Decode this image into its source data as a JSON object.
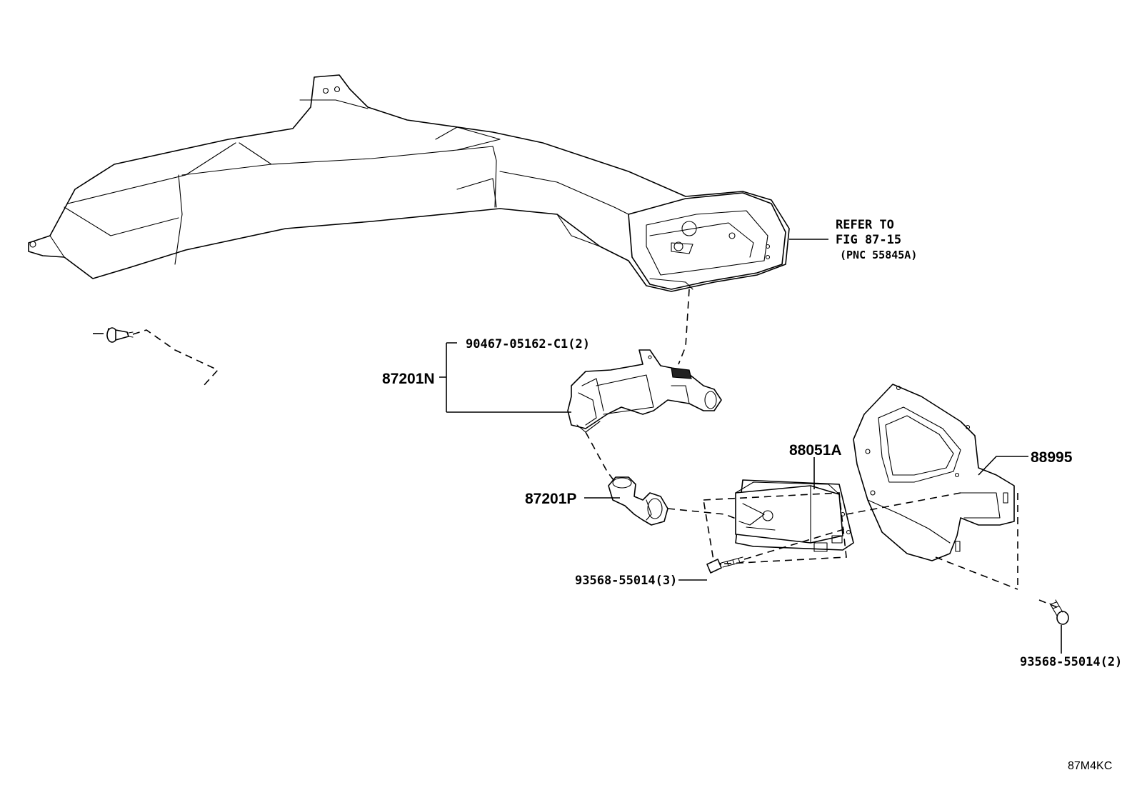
{
  "figure": {
    "refer_note": {
      "line1": "REFER TO",
      "line2": "FIG 87-15",
      "line3": "(PNC 55845A)"
    },
    "parts": [
      {
        "key": "clip",
        "number": "90467-05162-C1(2)"
      },
      {
        "key": "duct_sub",
        "number": "87201N"
      },
      {
        "key": "hose",
        "number": "87201P"
      },
      {
        "key": "module",
        "number": "88051A"
      },
      {
        "key": "bracket",
        "number": "88995"
      },
      {
        "key": "screw_a",
        "number": "93568-55014(3)"
      },
      {
        "key": "screw_b",
        "number": "93568-55014(2)"
      }
    ],
    "diagram_code": "87M4KC"
  }
}
